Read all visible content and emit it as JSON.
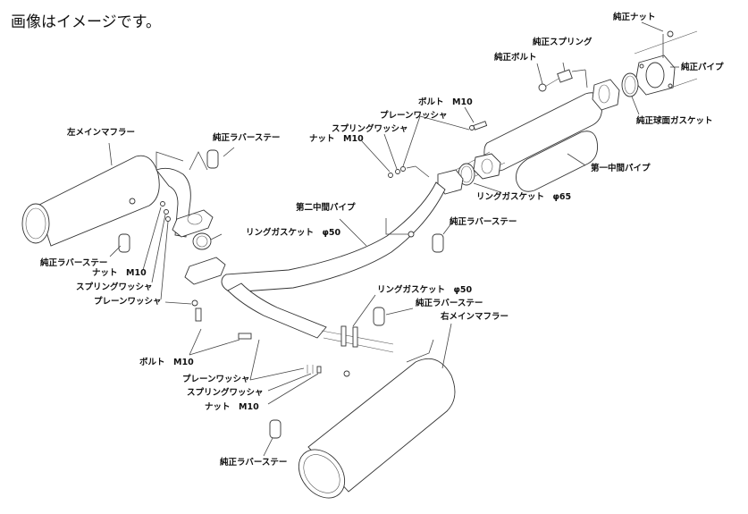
{
  "title": "画像はイメージです。",
  "labels": {
    "genuine_nut": "純正ナット",
    "genuine_spring": "純正スプリング",
    "genuine_bolt": "純正ボルト",
    "genuine_pipe": "純正パイプ",
    "genuine_spherical_gasket": "純正球面ガスケット",
    "first_mid_pipe": "第一中間パイプ",
    "bolt_m10_top": "ボルト　M10",
    "plain_washer_top": "プレーンワッシャ",
    "spring_washer_top": "スプリングワッシャ",
    "nut_m10_top": "ナット　M10",
    "ring_gasket_65": "リングガスケット　φ65",
    "left_main_muffler": "左メインマフラー",
    "rubber_stay_top_left": "純正ラバーステー",
    "second_mid_pipe": "第二中間パイプ",
    "ring_gasket_50_left": "リングガスケット　φ50",
    "rubber_stay_mid": "純正ラバーステー",
    "rubber_stay_left": "純正ラバーステー",
    "nut_m10_left": "ナット　M10",
    "spring_washer_left": "スプリングワッシャ",
    "plain_washer_left": "プレーンワッシャ",
    "bolt_m10_left": "ボルト　M10",
    "ring_gasket_50_right": "リングガスケット　φ50",
    "rubber_stay_right": "純正ラバーステー",
    "right_main_muffler": "右メインマフラー",
    "plain_washer_bottom": "プレーンワッシャ",
    "spring_washer_bottom": "スプリングワッシャ",
    "nut_m10_bottom": "ナット　M10",
    "rubber_stay_bottom": "純正ラバーステー"
  }
}
